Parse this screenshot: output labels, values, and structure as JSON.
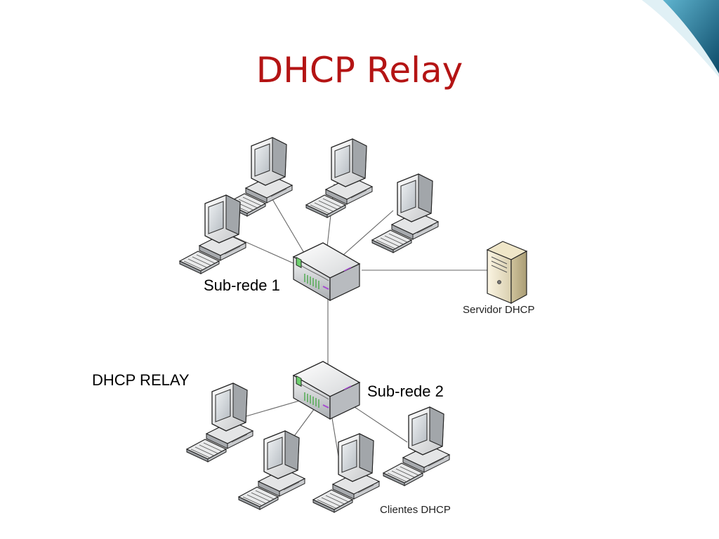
{
  "slide": {
    "title": "DHCP Relay"
  },
  "labels": {
    "subnet1": "Sub-rede 1",
    "subnet2": "Sub-rede 2",
    "relay": "DHCP RELAY",
    "server": "Servidor DHCP",
    "clients": "Clientes DHCP"
  },
  "icons": {
    "client": "computer-icon",
    "switch": "switch-icon",
    "server": "server-tower-icon"
  },
  "colors": {
    "title": "#b41414",
    "accent": "#1a5f80",
    "link": "#666666"
  }
}
